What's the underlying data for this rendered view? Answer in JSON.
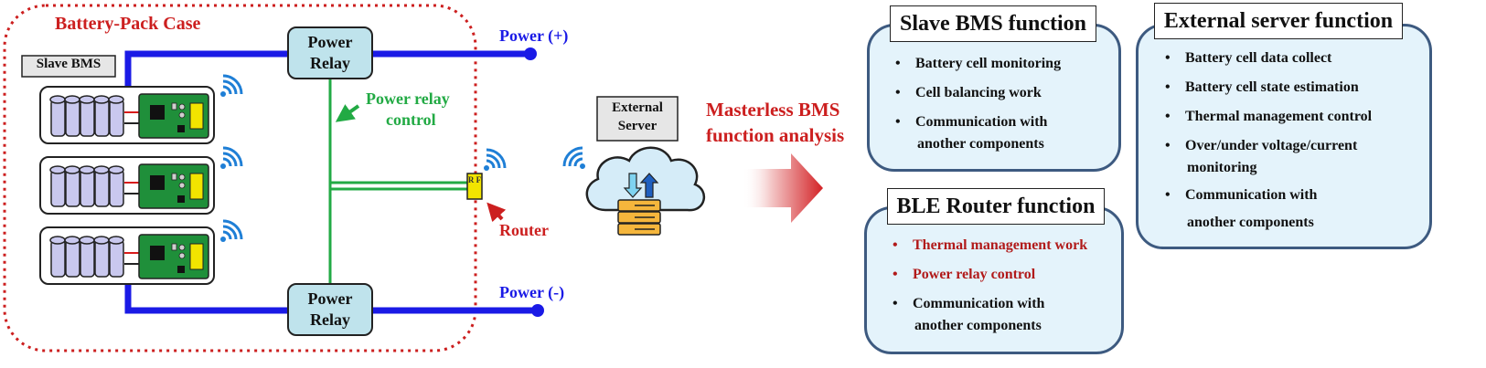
{
  "battery_case": {
    "title": "Battery-Pack Case",
    "slave_bms_label": "Slave BMS",
    "rf_label": "R F"
  },
  "relays": {
    "top": {
      "line1": "Power",
      "line2": "Relay"
    },
    "bottom": {
      "line1": "Power",
      "line2": "Relay"
    }
  },
  "power": {
    "positive": "Power (+)",
    "negative": "Power (-)"
  },
  "annotations": {
    "relay_control_line1": "Power relay",
    "relay_control_line2": "control",
    "router": "Router"
  },
  "external_server": {
    "line1": "External",
    "line2": "Server"
  },
  "analysis": {
    "line1": "Masterless BMS",
    "line2": "function analysis"
  },
  "panels": {
    "slave": {
      "title": "Slave BMS function",
      "items": [
        {
          "line1": "Battery cell monitoring",
          "line2": ""
        },
        {
          "line1": "Cell balancing work",
          "line2": ""
        },
        {
          "line1": "Communication with",
          "line2": "another components"
        }
      ]
    },
    "router": {
      "title": "BLE Router function",
      "items": [
        {
          "line1": "Thermal management work",
          "line2": ""
        },
        {
          "line1": "Power relay control",
          "line2": ""
        },
        {
          "line1": "Communication with",
          "line2": "another components"
        }
      ]
    },
    "server": {
      "title": "External server function",
      "items": [
        {
          "line1": "Battery cell data collect",
          "line2": ""
        },
        {
          "line1": "Battery cell state estimation",
          "line2": ""
        },
        {
          "line1": "Thermal management control",
          "line2": ""
        },
        {
          "line1": "Over/under voltage/current",
          "line2": "monitoring"
        },
        {
          "line1": "Communication with",
          "line2": "another components"
        }
      ]
    }
  },
  "colors": {
    "case_border": "#cc1f1f",
    "power_wire": "#1a1ae6",
    "control_wire": "#22aa44",
    "panel_fill": "#e4f3fb",
    "panel_border": "#3d5a80",
    "relay_fill": "#bfe3ec",
    "cell_fill": "#c9c8ee",
    "pcb_fill": "#1f8f3a",
    "rf_fill": "#f2e400",
    "wifi": "#1f7fd6",
    "accent_red": "#b11a1a"
  },
  "icons": [
    "wifi-icon",
    "cloud-server-icon",
    "upload-download-arrows-icon",
    "right-arrow-icon"
  ]
}
